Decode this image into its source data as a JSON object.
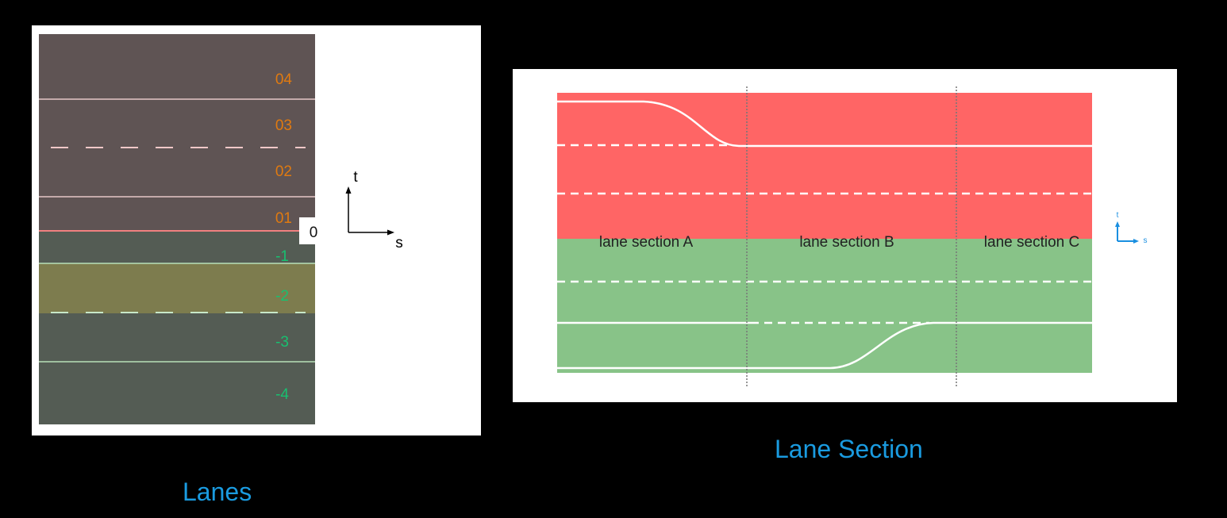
{
  "lanes_figure": {
    "caption": "Lanes",
    "center_lane_label": "0",
    "left_lanes": [
      "04",
      "03",
      "02",
      "01"
    ],
    "right_lanes": [
      "-1",
      "-2",
      "-3",
      "-4"
    ],
    "axis": {
      "t_label": "t",
      "s_label": "s"
    }
  },
  "lane_section_figure": {
    "caption": "Lane Section",
    "sections": [
      "lane section A",
      "lane section B",
      "lane section C"
    ],
    "axis": {
      "t_label": "t",
      "s_label": "s"
    }
  },
  "colors": {
    "background": "#000000",
    "caption": "#1a9be0",
    "left_lane_label": "#e07a10",
    "right_lane_label": "#18c070",
    "left_lanes_fill": "#5f5454",
    "right_lanes_fill": "#545c54",
    "highlighted_lane_fill": "#7d7c4e",
    "section_left_fill": "#ff6565",
    "section_right_fill": "#88c388",
    "axis_blue": "#1a8fe0"
  }
}
